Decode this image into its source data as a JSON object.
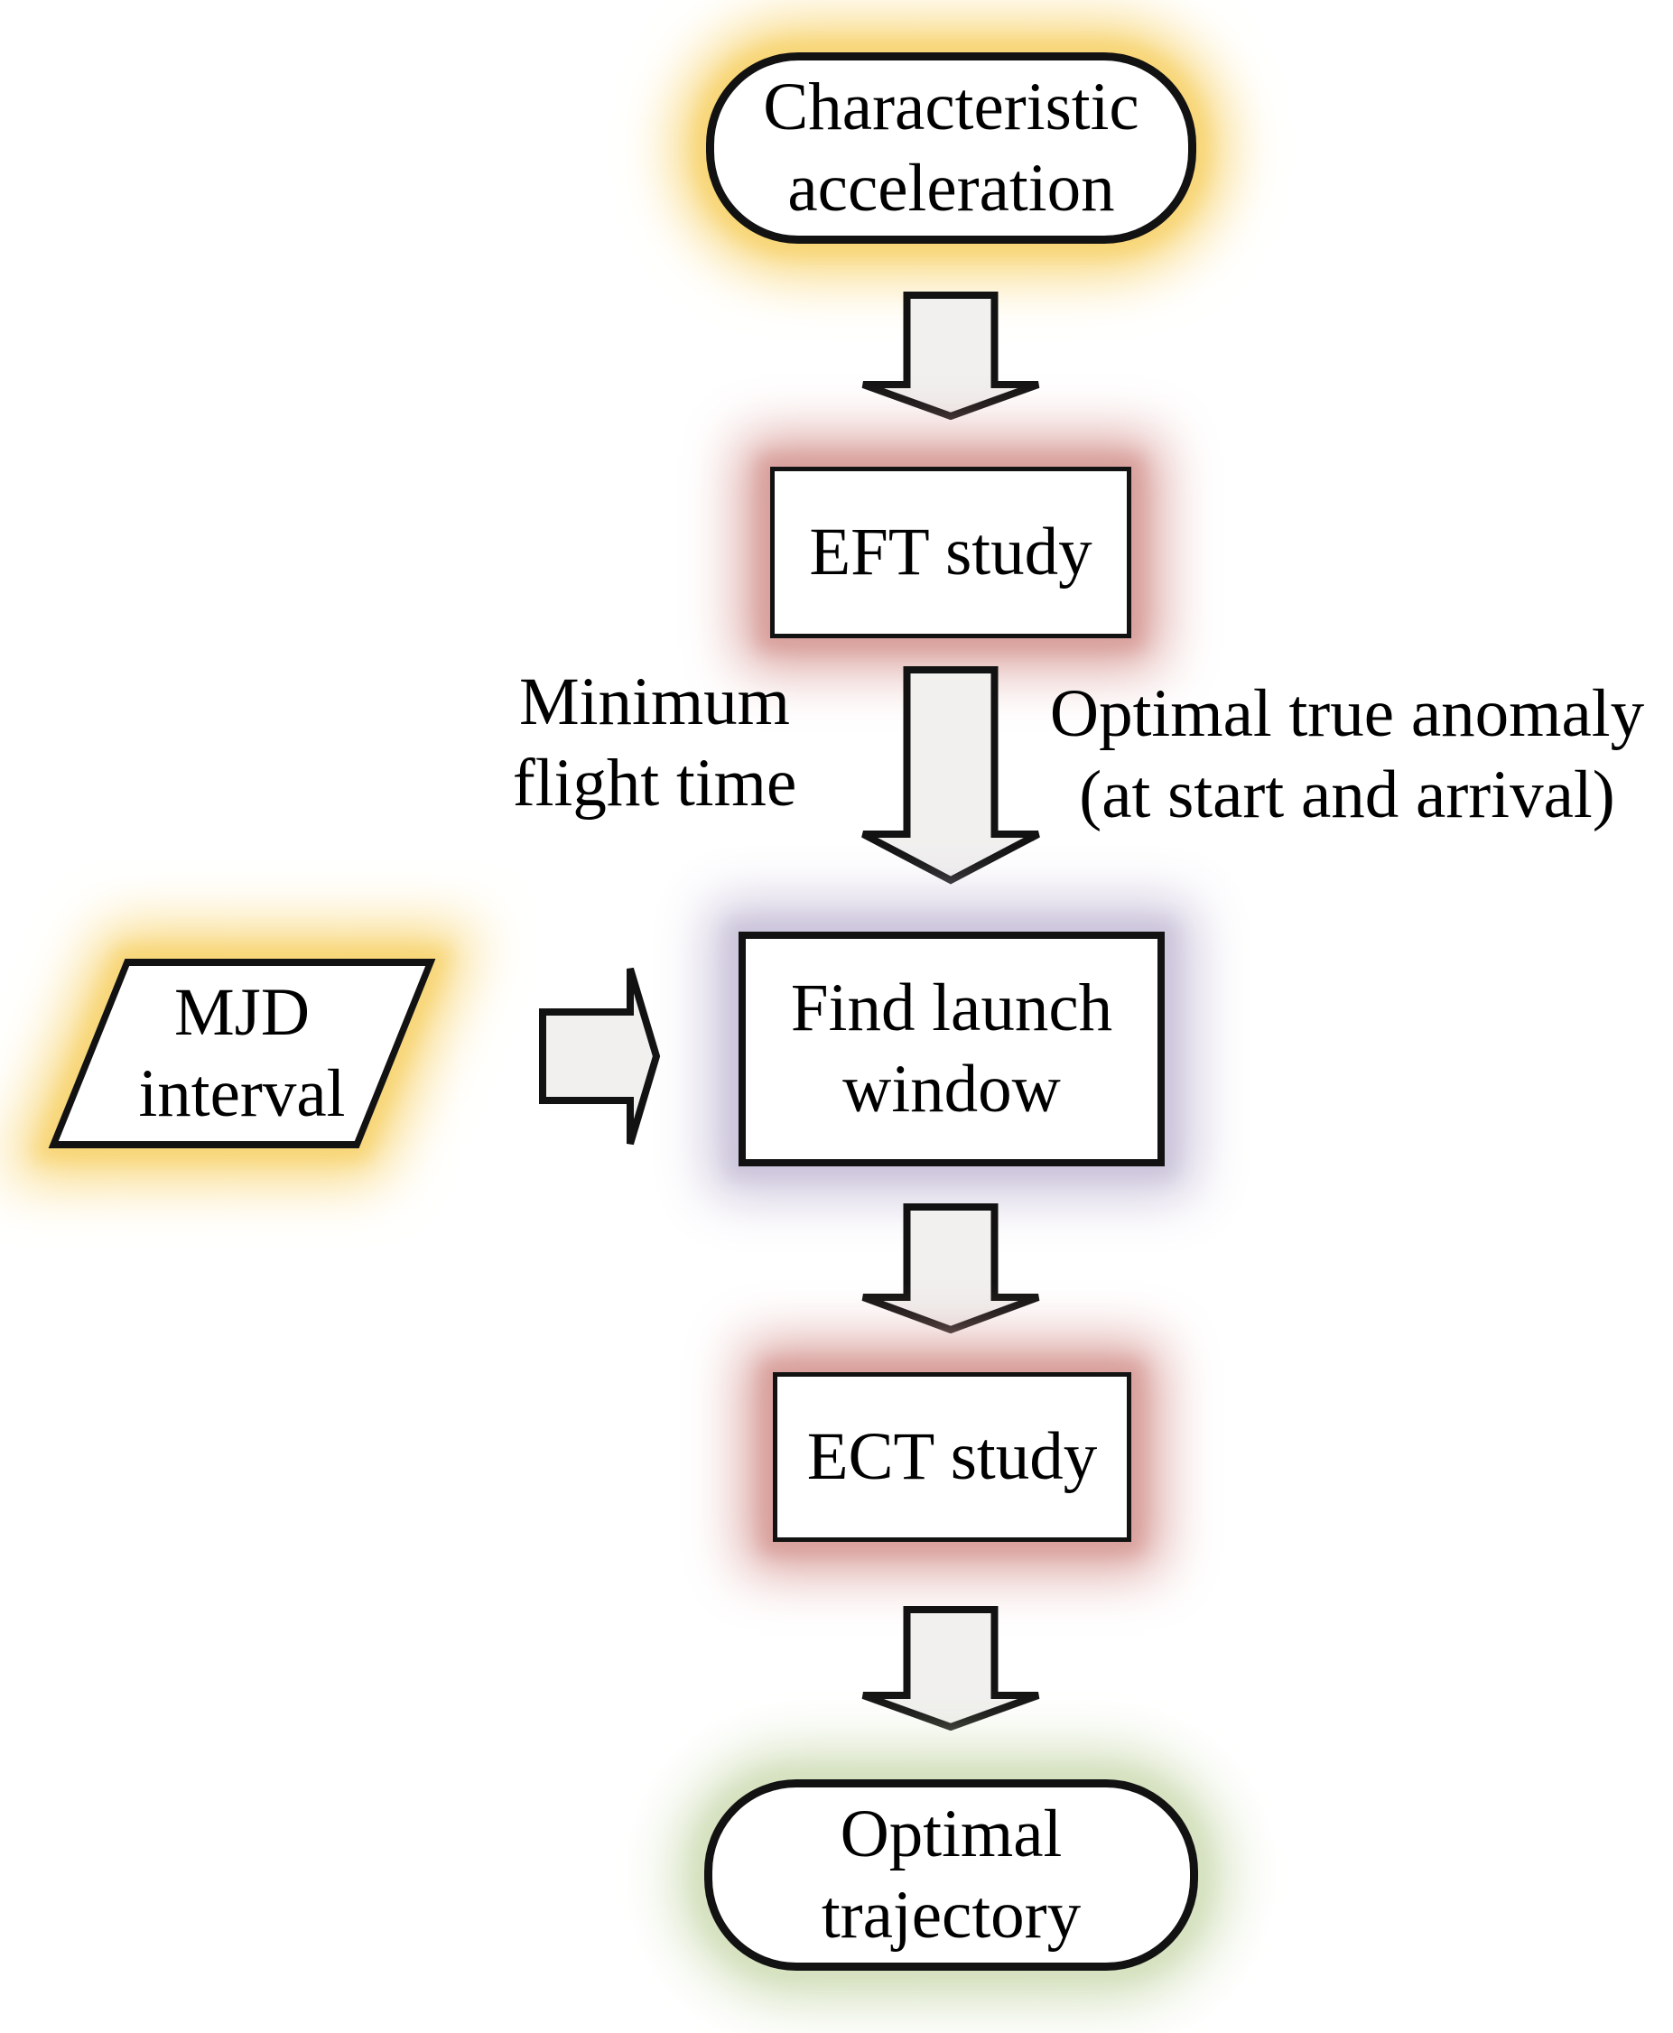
{
  "nodes": {
    "characteristic_acceleration": {
      "line1": "Characteristic",
      "line2": "acceleration"
    },
    "eft_study": {
      "label": "EFT study"
    },
    "mjd_interval": {
      "line1": "MJD",
      "line2": "interval"
    },
    "find_launch_window": {
      "line1": "Find launch",
      "line2": "window"
    },
    "ect_study": {
      "label": "ECT study"
    },
    "optimal_trajectory": {
      "line1": "Optimal",
      "line2": "trajectory"
    }
  },
  "edge_labels": {
    "minimum_flight_time": {
      "line1": "Minimum",
      "line2": "flight time"
    },
    "optimal_true_anomaly": {
      "line1": "Optimal true anomaly",
      "line2": "(at start and arrival)"
    }
  },
  "colors": {
    "background": "#FFFFFF",
    "outline": "#121212",
    "node_fill": "#FFFFFF",
    "arrow_fill": "#F1F0EF",
    "glow_yellow": "#F8D677",
    "glow_red": "#D9A09C",
    "glow_purple": "#CDC6DC",
    "glow_green": "#D5E1BF"
  }
}
